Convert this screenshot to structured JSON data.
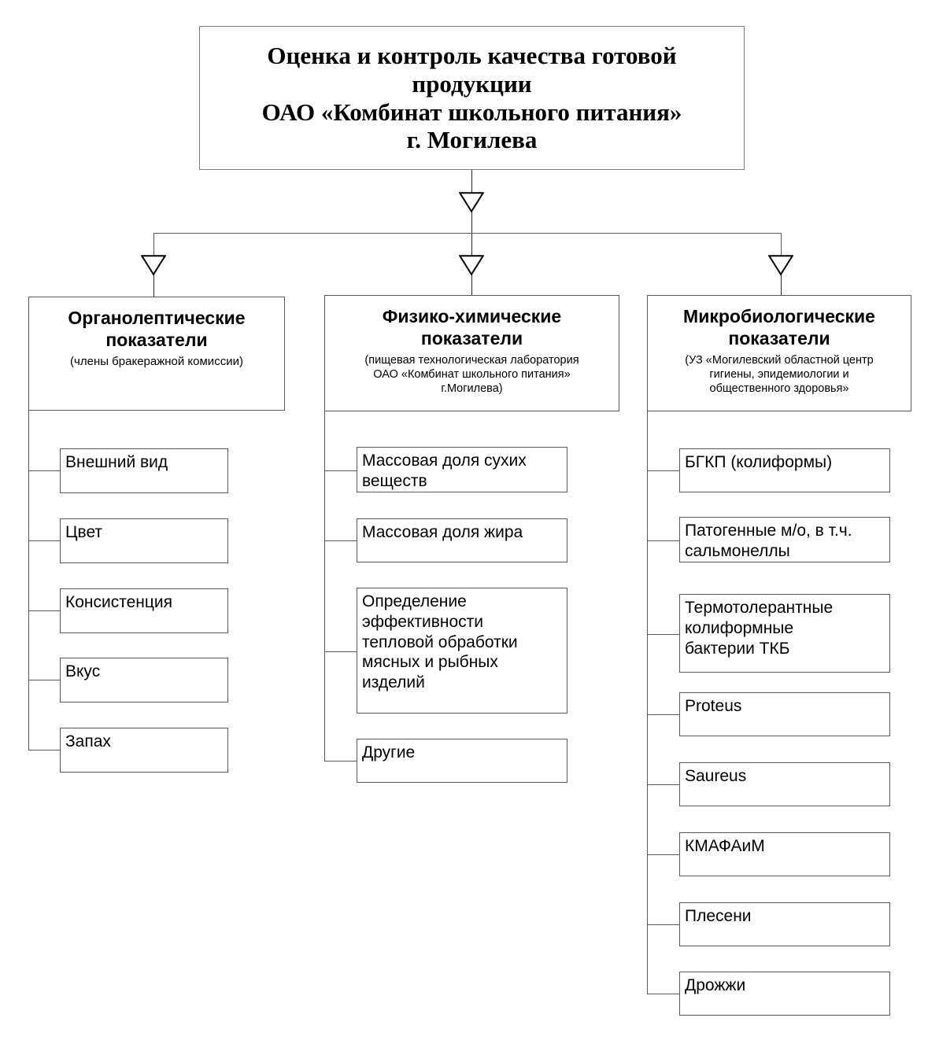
{
  "diagram": {
    "type": "organizational-hierarchy",
    "root": {
      "title": "Оценка и контроль качества готовой\nпродукции\nОАО «Комбинат школьного питания»\nг. Могилева"
    },
    "categories": [
      {
        "id": "organoleptic",
        "title": "Органолептические\nпоказатели",
        "subtitle": "(члены бракеражной комиссии)",
        "items": [
          {
            "label": "Внешний вид"
          },
          {
            "label": "Цвет"
          },
          {
            "label": "Консистенция"
          },
          {
            "label": "Вкус"
          },
          {
            "label": "Запах"
          }
        ]
      },
      {
        "id": "physico-chemical",
        "title": "Физико-химические\nпоказатели",
        "subtitle": "(пищевая технологическая лаборатория\nОАО «Комбинат школьного питания»\nг.Могилева)",
        "items": [
          {
            "label": "Массовая доля сухих\nвеществ"
          },
          {
            "label": "Массовая доля жира"
          },
          {
            "label": "Определение\nэффективности\nтепловой обработки\nмясных и рыбных\nизделий"
          },
          {
            "label": "Другие"
          }
        ]
      },
      {
        "id": "microbiological",
        "title": "Микробиологические\nпоказатели",
        "subtitle": "(УЗ «Могилевский областной центр\nгигиены, эпидемиологии и\nобщественного здоровья»",
        "items": [
          {
            "label": "БГКП (колиформы)"
          },
          {
            "label": "Патогенные м/о, в т.ч.\nсальмонеллы"
          },
          {
            "label": "Термотолерантные\nколиформные\nбактерии ТКБ"
          },
          {
            "label": "Proteus"
          },
          {
            "label": "Saureus"
          },
          {
            "label": "КМАФАиМ"
          },
          {
            "label": "Плесени"
          },
          {
            "label": "Дрожжи"
          }
        ]
      }
    ],
    "connectors": {
      "arrowhead_style": "hollow-triangle-down",
      "line_color": "#595959",
      "border_color": "#595959"
    }
  }
}
